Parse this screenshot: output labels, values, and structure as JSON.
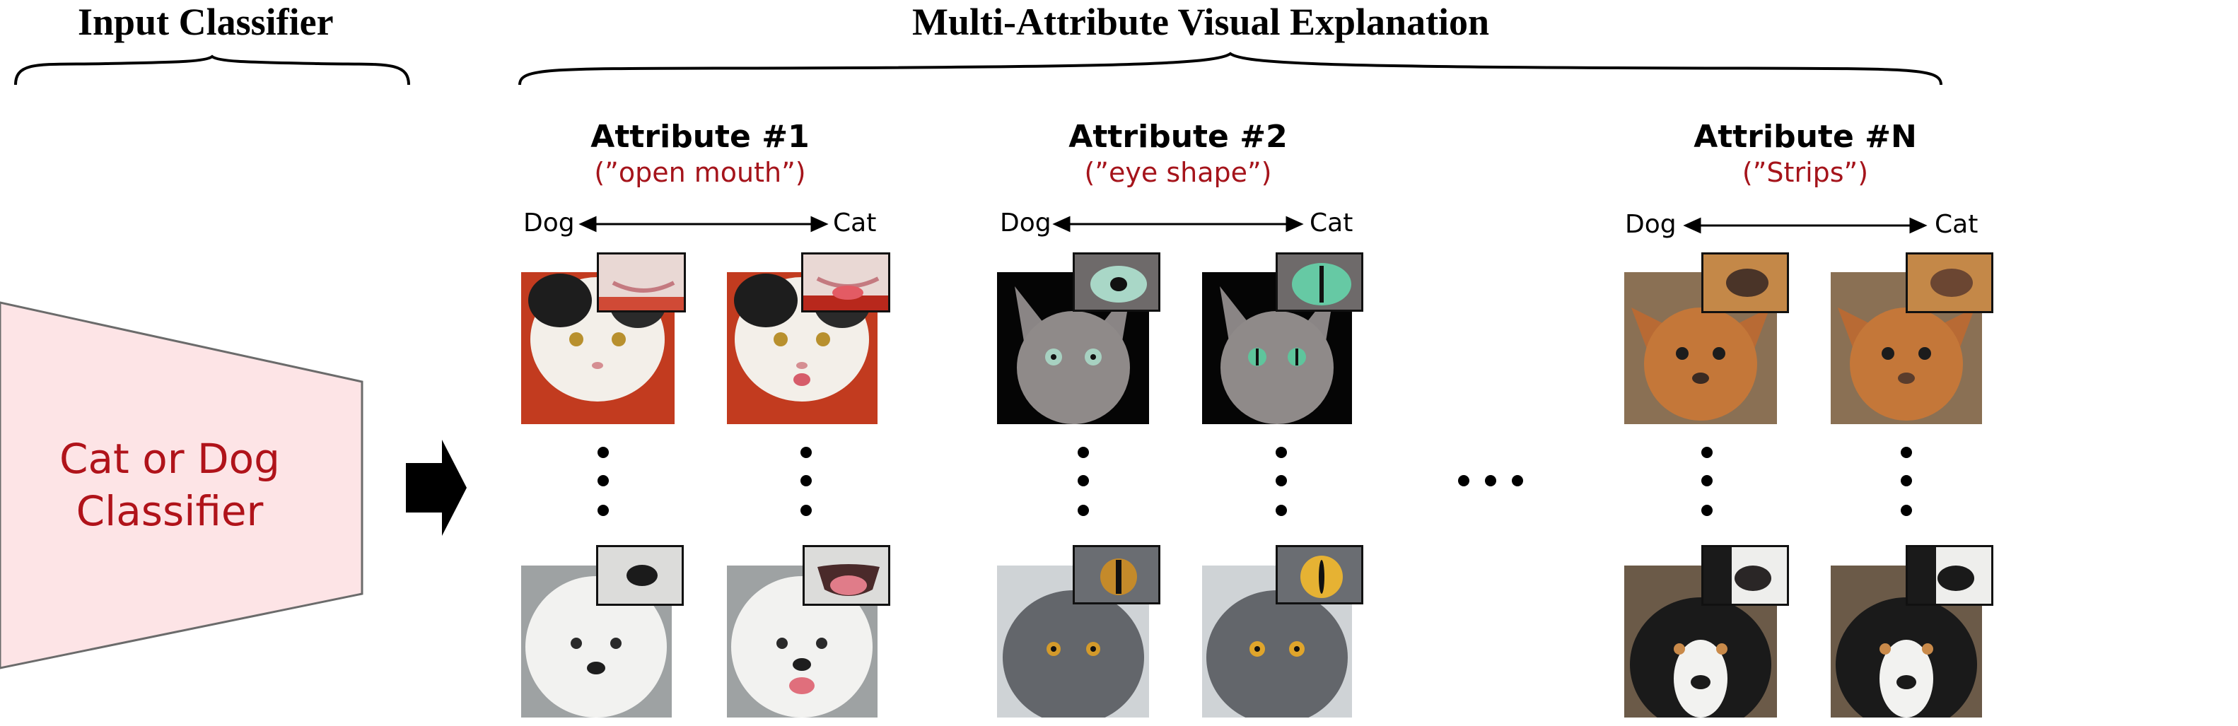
{
  "header": {
    "left_title": "Input Classifier",
    "right_title": "Multi-Attribute Visual Explanation"
  },
  "classifier": {
    "line1": "Cat or Dog",
    "line2": "Classifier"
  },
  "attributes": [
    {
      "title": "Attribute #1",
      "subtitle": "(”open mouth”)",
      "left_label": "Dog",
      "right_label": "Cat"
    },
    {
      "title": "Attribute #2",
      "subtitle": "(”eye shape”)",
      "left_label": "Dog",
      "right_label": "Cat"
    },
    {
      "title": "Attribute #N",
      "subtitle": "(”Strips”)",
      "left_label": "Dog",
      "right_label": "Cat"
    }
  ],
  "colors": {
    "accent_red": "#b0131a",
    "classifier_fill": "#fde4e6",
    "classifier_stroke": "#6b6b6b"
  },
  "icons": {
    "arrow": "right-block-arrow-icon",
    "ellipsis": "horizontal-ellipsis-icon",
    "vertical_ellipsis": "vertical-ellipsis-icon"
  }
}
